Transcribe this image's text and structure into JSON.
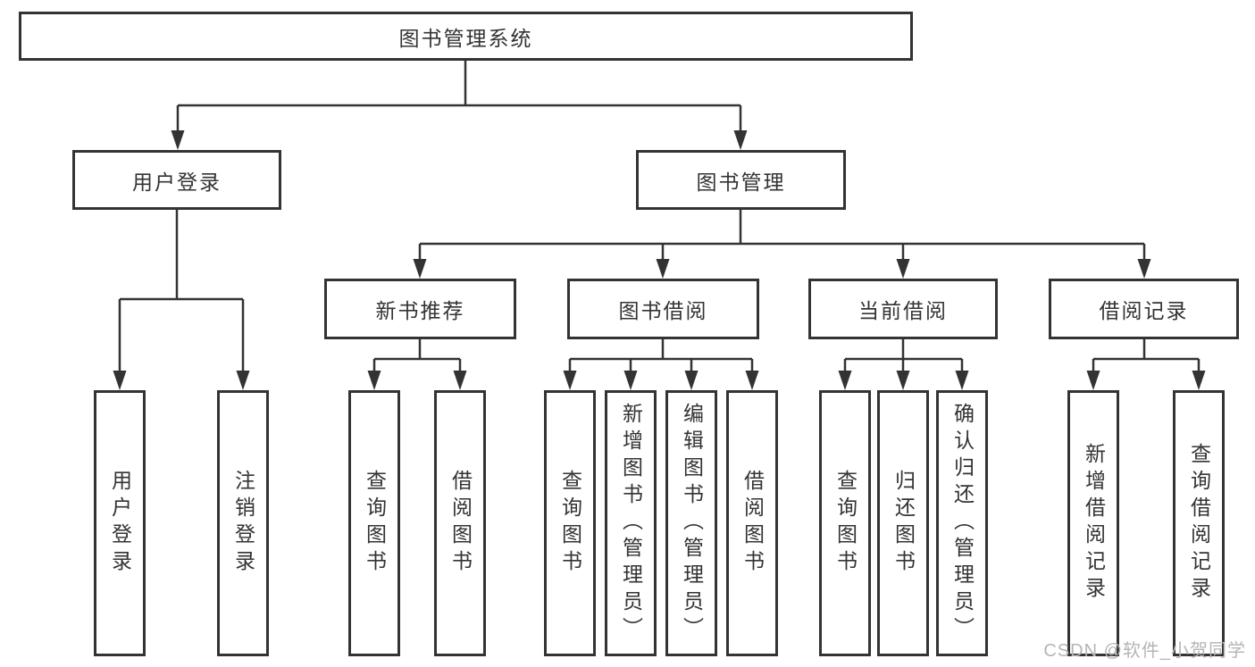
{
  "tree": {
    "label": "图书管理系统",
    "children": [
      {
        "label": "用户登录",
        "children": [
          {
            "label": "用户登录"
          },
          {
            "label": "注销登录"
          }
        ]
      },
      {
        "label": "图书管理",
        "children": [
          {
            "label": "新书推荐",
            "children": [
              {
                "label": "查询图书"
              },
              {
                "label": "借阅图书"
              }
            ]
          },
          {
            "label": "图书借阅",
            "children": [
              {
                "label": "查询图书"
              },
              {
                "label": "新增图书（管理员）"
              },
              {
                "label": "编辑图书（管理员）"
              },
              {
                "label": "借阅图书"
              }
            ]
          },
          {
            "label": "当前借阅",
            "children": [
              {
                "label": "查询图书"
              },
              {
                "label": "归还图书"
              },
              {
                "label": "确认归还（管理员）"
              }
            ]
          },
          {
            "label": "借阅记录",
            "children": [
              {
                "label": "新增借阅记录"
              },
              {
                "label": "查询借阅记录"
              }
            ]
          }
        ]
      }
    ]
  },
  "watermark": {
    "text": "CSDN @软件_小贺同学"
  },
  "colors": {
    "line": "#333333",
    "box_border": "#333333",
    "text": "#333333",
    "background": "#ffffff",
    "watermark": "#b5b5b5"
  }
}
